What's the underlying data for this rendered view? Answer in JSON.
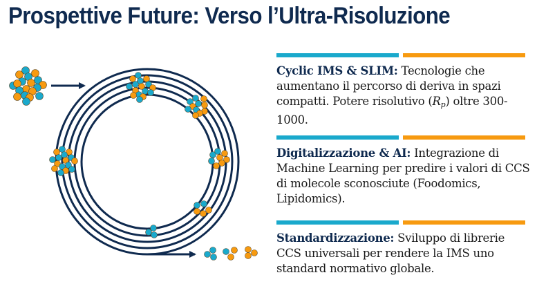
{
  "title": "Prospettive Future: Verso l’Ultra-Risoluzione",
  "colors": {
    "navy": "#0f2a4f",
    "blue": "#1aa9cc",
    "orange": "#f79a10"
  },
  "diagram": {
    "description": "Cyclic ion mobility ring: mixed ion cluster enters, separates while circulating, exits as separated groups",
    "input_arrow": "arrow-right",
    "output_arrow": "arrow-right",
    "output_groups": [
      "blue-trimer",
      "mixed-trimer",
      "orange-trimer"
    ]
  },
  "sections": [
    {
      "heading": "Cyclic IMS & SLIM:",
      "body_pre": " Tecnologie che aumentano il percorso di deriva in spazi compatti. Potere risolutivo (",
      "symbol": "R",
      "symbol_sub": "p",
      "body_post": ") oltre 300-1000."
    },
    {
      "heading": "Digitalizzazione & AI:",
      "body": " Integrazione di Machine Learning per predire i valori di CCS di molecole sconosciute (Foodomics, Lipidomics)."
    },
    {
      "heading": "Standardizzazione:",
      "body": " Sviluppo di librerie CCS universali per rendere la IMS uno standard normativo globale."
    }
  ]
}
